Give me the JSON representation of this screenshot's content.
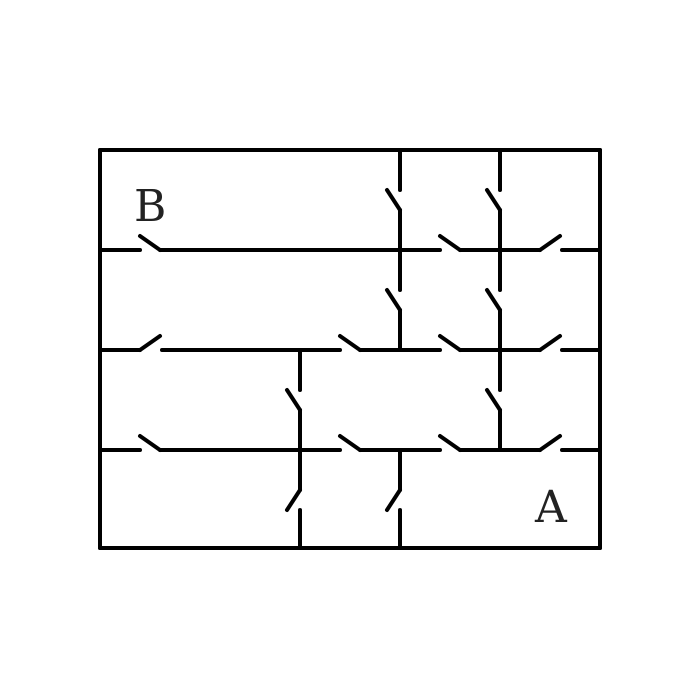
{
  "diagram": {
    "labels": {
      "b": "B",
      "a": "A"
    },
    "colors": {
      "line": "#000000",
      "text": "#222222",
      "background": "#ffffff"
    },
    "element_types": [
      "wire",
      "switch"
    ]
  }
}
